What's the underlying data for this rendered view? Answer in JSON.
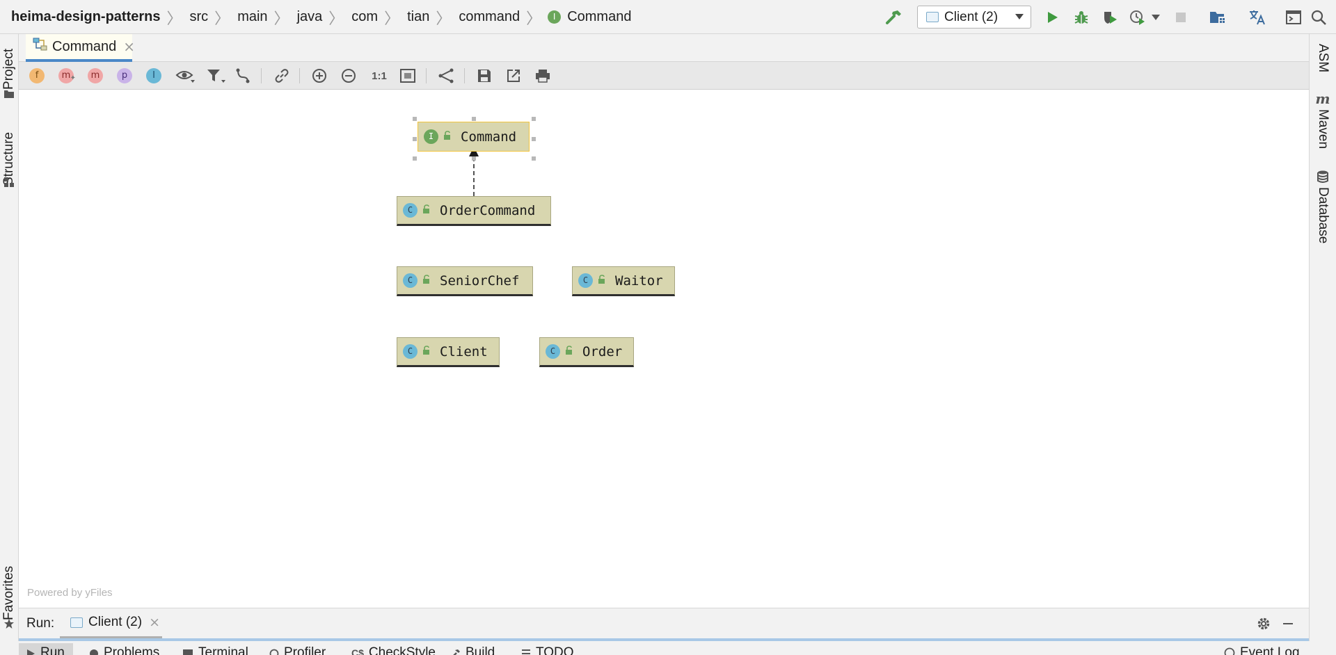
{
  "breadcrumbs": [
    "heima-design-patterns",
    "src",
    "main",
    "java",
    "com",
    "tian",
    "command"
  ],
  "breadcrumb_current": {
    "badge": "I",
    "label": "Command"
  },
  "run_config": {
    "label": "Client (2)"
  },
  "left_stripe": {
    "project": "Project",
    "structure": "Structure",
    "favorites": "Favorites"
  },
  "right_stripe": {
    "asm": "ASM",
    "maven": "Maven",
    "database": "Database"
  },
  "editor_tab": {
    "label": "Command",
    "close": "×"
  },
  "diagram_toolbar": {
    "fields_badge": "f",
    "methods_badge": "m",
    "constructors_badge": "m",
    "properties_badge": "p",
    "inner_badge": "I",
    "actual_size": "1:1"
  },
  "diagram": {
    "nodes": [
      {
        "id": "command",
        "kind": "I",
        "name": "Command",
        "selected": true
      },
      {
        "id": "ordercommand",
        "kind": "C",
        "name": "OrderCommand"
      },
      {
        "id": "seniorchef",
        "kind": "C",
        "name": "SeniorChef"
      },
      {
        "id": "waitor",
        "kind": "C",
        "name": "Waitor"
      },
      {
        "id": "client",
        "kind": "C",
        "name": "Client"
      },
      {
        "id": "order",
        "kind": "C",
        "name": "Order"
      }
    ],
    "powered_by": "Powered by yFiles"
  },
  "run_panel": {
    "label": "Run:",
    "tab_label": "Client (2)",
    "close": "×"
  },
  "bottom_tabs": [
    {
      "label": "Run"
    },
    {
      "label": "Problems"
    },
    {
      "label": "Terminal"
    },
    {
      "label": "Profiler"
    },
    {
      "label": "CheckStyle"
    },
    {
      "label": "Build"
    },
    {
      "label": "TODO"
    },
    {
      "label": "Event Log"
    }
  ],
  "colors": {
    "interface_green": "#6ba65b",
    "class_blue": "#6ab8d6",
    "node_fill": "#d8d6af",
    "selection": "#f2c53d",
    "run_green": "#3f9a3f"
  }
}
